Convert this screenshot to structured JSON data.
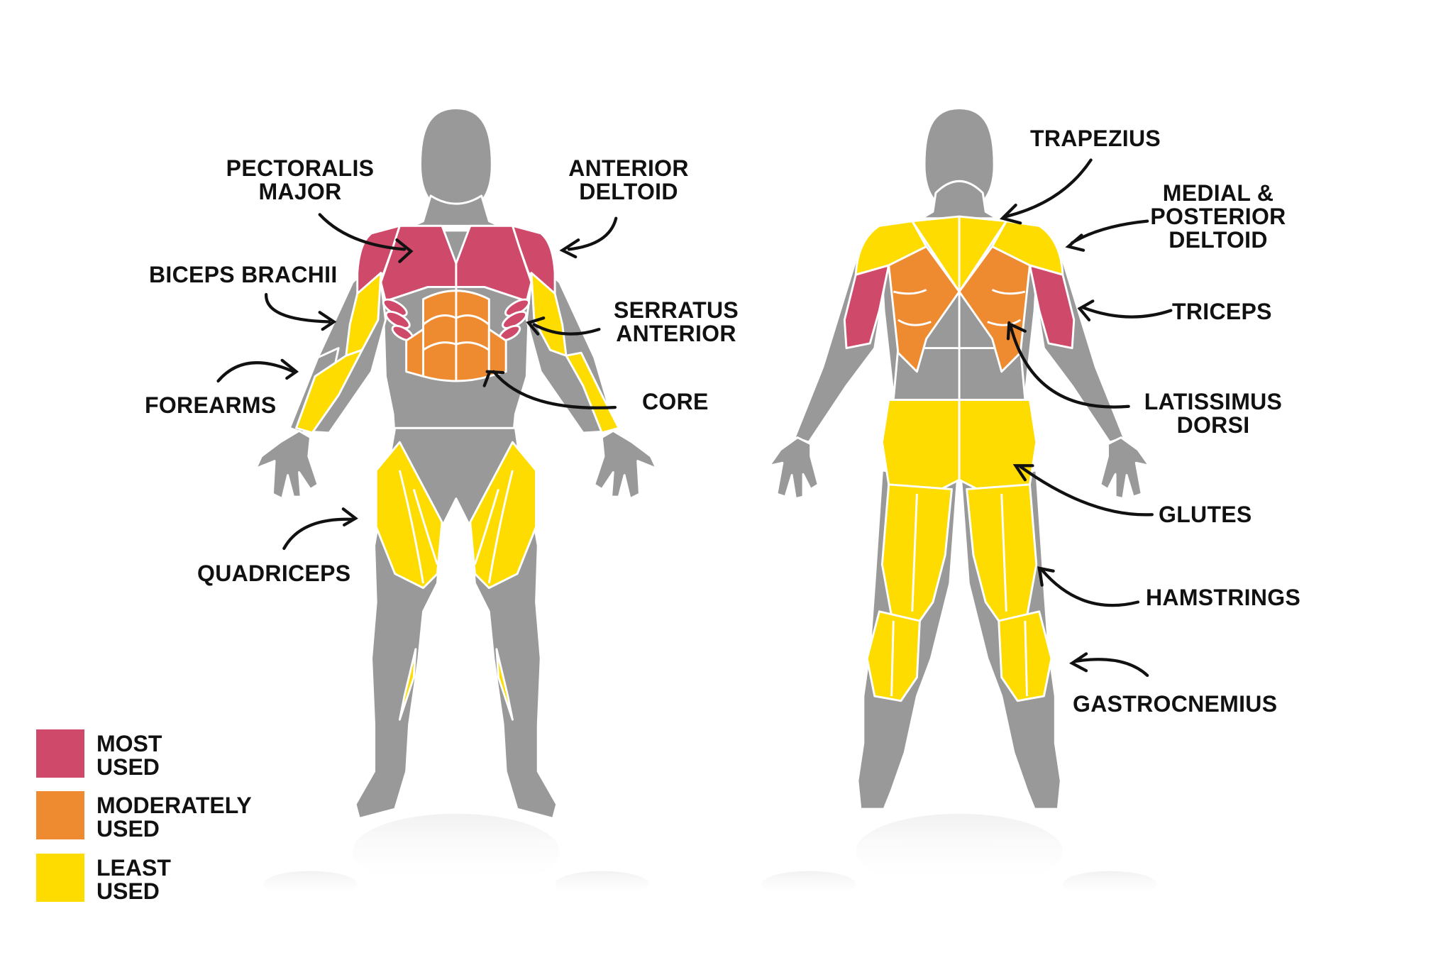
{
  "colors": {
    "most_used": "#cf4a6a",
    "moderately_used": "#ee8a30",
    "least_used": "#ffdc00",
    "inactive": "#999999",
    "outline": "#ffffff",
    "text": "#111111"
  },
  "front_view": {
    "labels": {
      "pectoralis_major": "PECTORALIS\nMAJOR",
      "anterior_deltoid": "ANTERIOR\nDELTOID",
      "biceps_brachii": "BICEPS BRACHII",
      "serratus_anterior": "SERRATUS\nANTERIOR",
      "forearms": "FOREARMS",
      "core": "CORE",
      "quadriceps": "QUADRICEPS"
    }
  },
  "back_view": {
    "labels": {
      "trapezius": "TRAPEZIUS",
      "medial_posterior_deltoid": "MEDIAL &\nPOSTERIOR\nDELTOID",
      "triceps": "TRICEPS",
      "latissimus_dorsi": "LATISSIMUS\nDORSI",
      "glutes": "GLUTES",
      "hamstrings": "HAMSTRINGS",
      "gastrocnemius": "GASTROCNEMIUS"
    }
  },
  "legend": [
    {
      "label": "MOST\nUSED",
      "color": "#cf4a6a"
    },
    {
      "label": "MODERATELY\nUSED",
      "color": "#ee8a30"
    },
    {
      "label": "LEAST\nUSED",
      "color": "#ffdc00"
    }
  ]
}
